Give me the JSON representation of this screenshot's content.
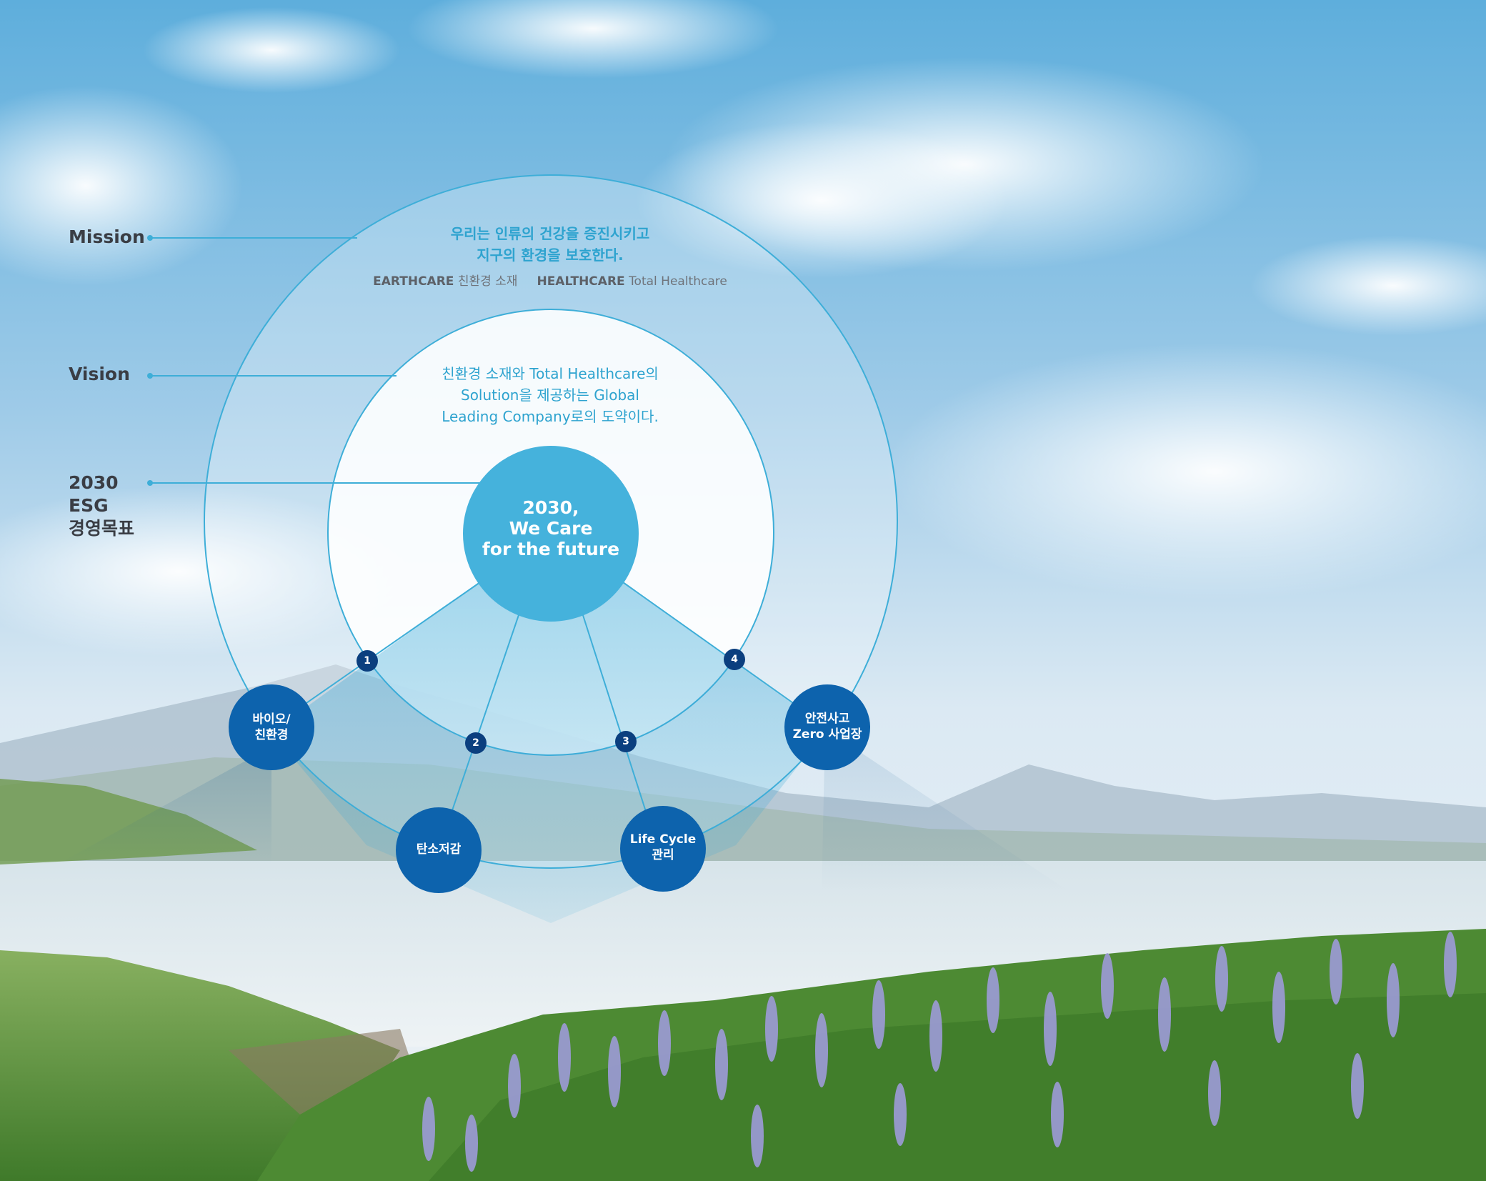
{
  "labels": {
    "mission": "Mission",
    "vision": "Vision",
    "esg_line1": "2030",
    "esg_line2": "ESG",
    "esg_line3": "경영목표"
  },
  "mission": {
    "line1": "우리는 인류의 건강을 증진시키고",
    "line2": "지구의 환경을 보호한다.",
    "earthcare_key": "EARTHCARE",
    "earthcare_val": "친환경 소재",
    "healthcare_key": "HEALTHCARE",
    "healthcare_val": "Total Healthcare"
  },
  "vision": {
    "line1": "친환경 소재와 Total Healthcare의",
    "line2": "Solution을 제공하는 Global",
    "line3": "Leading Company로의 도약이다."
  },
  "core": {
    "line1": "2030,",
    "line2": "We Care",
    "line3": "for the future"
  },
  "goals": [
    {
      "number": "1",
      "line1": "바이오/",
      "line2": "친환경"
    },
    {
      "number": "2",
      "line1": "탄소저감",
      "line2": ""
    },
    {
      "number": "3",
      "line1": "Life Cycle",
      "line2": "관리"
    },
    {
      "number": "4",
      "line1": "안전사고",
      "line2": "Zero 사업장"
    }
  ],
  "colors": {
    "accent": "#2ea3cf",
    "core_fill": "#45b2dc",
    "node_fill": "#0d63ad",
    "number_fill": "#0b3f7f",
    "line": "#3eaed8"
  }
}
